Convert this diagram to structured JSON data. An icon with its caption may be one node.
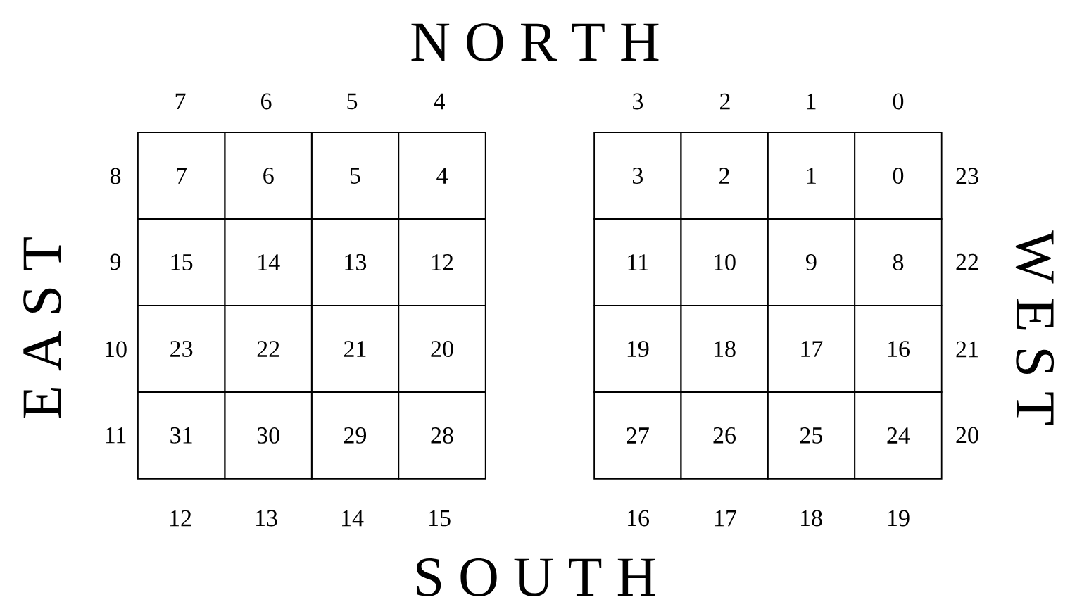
{
  "diagram": {
    "nodes": [
      {
        "text": [
          "7"
        ]
      },
      {
        "text": [
          "6"
        ]
      },
      {
        "text": [
          "5"
        ]
      },
      {
        "text": [
          "4"
        ]
      },
      {
        "text": [
          "15"
        ]
      },
      {
        "text": [
          "14"
        ]
      },
      {
        "text": [
          "13"
        ]
      },
      {
        "text": [
          "12"
        ]
      },
      {
        "text": [
          "23"
        ]
      },
      {
        "text": [
          "22"
        ]
      },
      {
        "text": [
          "21"
        ]
      },
      {
        "text": [
          "20"
        ]
      },
      {
        "text": [
          "31"
        ]
      },
      {
        "text": [
          "30"
        ]
      },
      {
        "text": [
          "29"
        ]
      },
      {
        "text": [
          "28"
        ]
      },
      {
        "text": [
          "3"
        ]
      },
      {
        "text": [
          "2"
        ]
      },
      {
        "text": [
          "1"
        ]
      },
      {
        "text": [
          "0"
        ]
      },
      {
        "text": [
          "11"
        ]
      },
      {
        "text": [
          "10"
        ]
      },
      {
        "text": [
          "9"
        ]
      },
      {
        "text": [
          "8"
        ]
      },
      {
        "text": [
          "19"
        ]
      },
      {
        "text": [
          "18"
        ]
      },
      {
        "text": [
          "17"
        ]
      },
      {
        "text": [
          "16"
        ]
      },
      {
        "text": [
          "27"
        ]
      },
      {
        "text": [
          "26"
        ]
      },
      {
        "text": [
          "25"
        ]
      },
      {
        "text": [
          "24"
        ]
      }
    ],
    "edges": [],
    "labels": [
      "N O R T H",
      "7",
      "6",
      "5",
      "4",
      "3",
      "2",
      "1",
      "0",
      "E A S T",
      "8",
      "9",
      "10",
      "11",
      "23",
      "22",
      "21",
      "20",
      "W E S T",
      "12",
      "13",
      "14",
      "15",
      "16",
      "17",
      "18",
      "19",
      "S O U T H"
    ]
  }
}
